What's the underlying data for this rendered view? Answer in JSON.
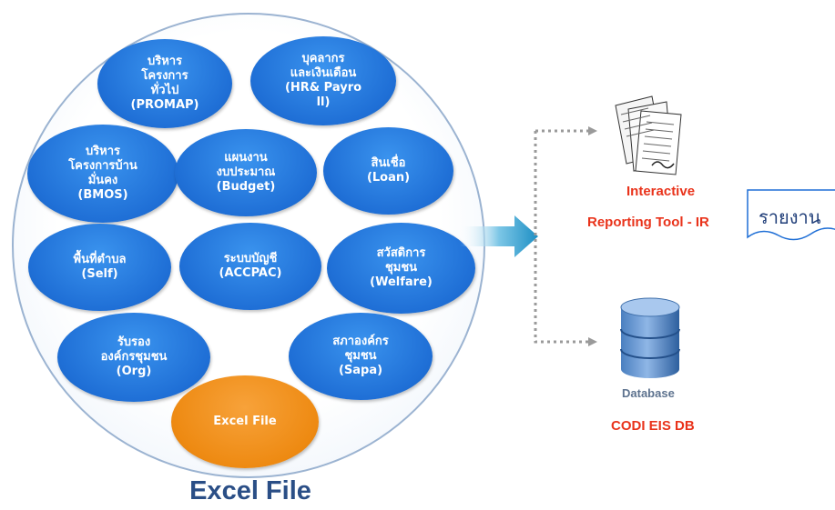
{
  "nodes": [
    {
      "id": "promap",
      "label": "บริหาร\nโครงการ\nทั่วไป\n(PROMAP)"
    },
    {
      "id": "hr",
      "label": "บุคลากร\nและเงินเดือน\n(HR& Payro\nll)"
    },
    {
      "id": "bmos",
      "label": "บริหาร\nโครงการบ้าน\nมั่นคง\n(BMOS)"
    },
    {
      "id": "budget",
      "label": "แผนงาน\nงบประมาณ\n(Budget)"
    },
    {
      "id": "loan",
      "label": "สินเชื่อ\n(Loan)"
    },
    {
      "id": "self",
      "label": "พื้นที่ตำบล\n(Self)"
    },
    {
      "id": "accpac",
      "label": "ระบบบัญชี\n(ACCPAC)"
    },
    {
      "id": "welfare",
      "label": "สวัสดิการ\nชุมชน\n(Welfare)"
    },
    {
      "id": "org",
      "label": "รับรอง\nองค์กรชุมชน\n(Org)"
    },
    {
      "id": "sapa",
      "label": "สภาองค์กร\nชุมชน\n(Sapa)"
    },
    {
      "id": "excel",
      "label": "Excel File"
    }
  ],
  "circle_caption": "Excel File",
  "ir": {
    "line1": "Interactive",
    "line2": "Reporting Tool - IR"
  },
  "database": {
    "label": "Database",
    "name": "CODI EIS DB"
  },
  "report_box_label": "รายงาน",
  "colors": {
    "node_blue": "#1f6fd6",
    "node_orange": "#ee8a12",
    "caption_navy": "#2a4e86",
    "ir_red": "#e9331b",
    "db_gray": "#5e738f",
    "arrow_teal": "#2a9fd0",
    "connector_gray": "#9a9a9a"
  },
  "icons": [
    "documents-icon",
    "database-icon",
    "arrow-right-icon",
    "dotted-connector-icon"
  ]
}
